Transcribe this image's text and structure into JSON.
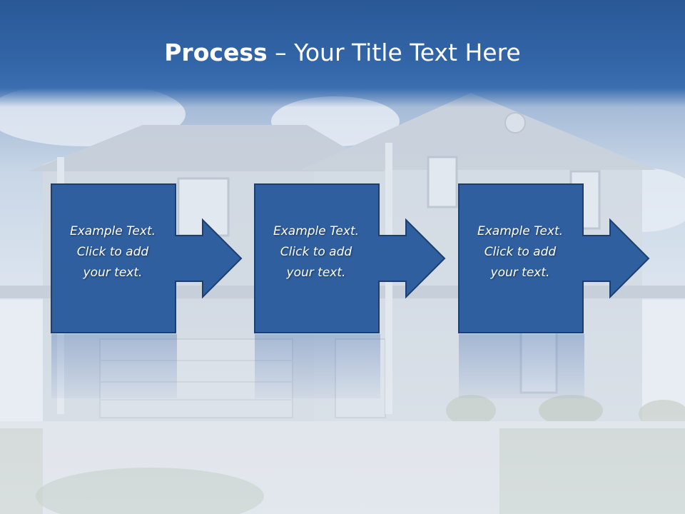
{
  "slide": {
    "title_bold": "Process",
    "title_rest": " – Your Title Text Here"
  },
  "steps": [
    {
      "line1": "Example Text.",
      "line2": "Click  to add",
      "line3": "your text."
    },
    {
      "line1": "Example Text.",
      "line2": "Click  to add",
      "line3": "your text."
    },
    {
      "line1": "Example Text.",
      "line2": "Click  to add",
      "line3": "your text."
    }
  ],
  "colors": {
    "title_band": "#2f62a5",
    "step_fill": "#2f5f9f",
    "step_border": "#1e3f6e",
    "text": "#ffffff"
  },
  "icons": [
    "arrow-right-icon"
  ]
}
